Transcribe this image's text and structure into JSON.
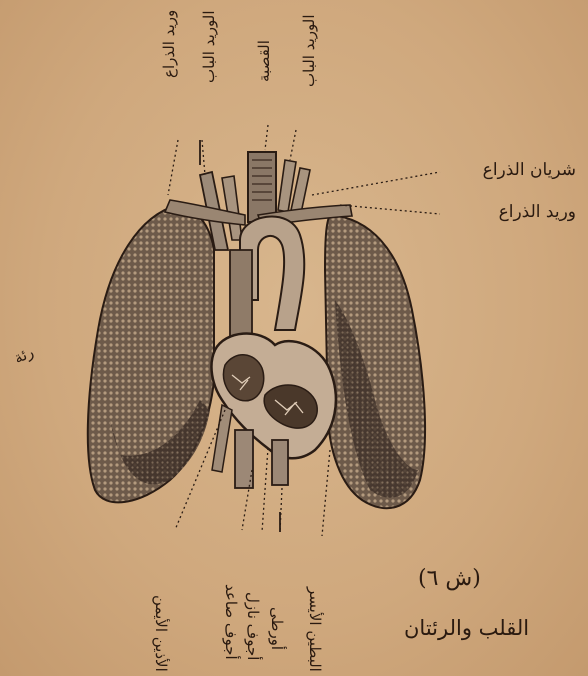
{
  "figure": {
    "number": "(ش ٦)",
    "caption": "القلب والرئتان"
  },
  "labels": {
    "left_arm_vein_top": "وريد الذراع",
    "portal_vein_left": "الوريد الباب",
    "trachea": "القصبة",
    "portal_vein_right": "الوريد الباب",
    "arm_artery": "شريان الذراع",
    "arm_vein": "وريد الذراع",
    "lung": "رئة",
    "right_atrium": "الأذين الأيمن",
    "ascending_vena_cava": "أجوف صاعد",
    "descending_vena_cava": "أجوف نازل",
    "aorta": "أورطى",
    "left_ventricle": "البطين الأيسر"
  }
}
